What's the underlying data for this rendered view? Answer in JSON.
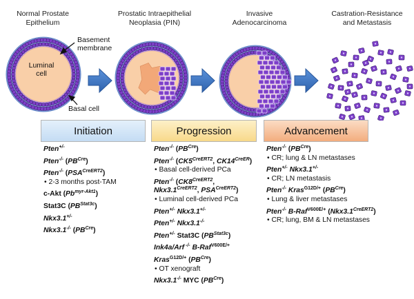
{
  "stages": [
    {
      "line1": "Normal Prostate",
      "line2": "Epithelium"
    },
    {
      "line1": "Prostatic Intraepithelial",
      "line2": "Neoplasia (PIN)"
    },
    {
      "line1": "Invasive",
      "line2": "Adenocarcinoma"
    },
    {
      "line1": "Castration-Resistance",
      "line2": "and Metastasis"
    }
  ],
  "labels": {
    "basement1": "Basement",
    "basement2": "membrane",
    "luminal1": "Luminal",
    "luminal2": "cell",
    "basal": "Basal cell"
  },
  "headers": {
    "initiation": "Initiation",
    "progression": "Progression",
    "advancement": "Advancement"
  },
  "initiation": [
    {
      "main": "<i>Pten<sup>+/-</sup></i>"
    },
    {
      "main": "<i>Pten<sup>-/-</sup></i> (<i>PB<sup>Cre</sup></i>)"
    },
    {
      "main": "<i>Pten<sup>-/-</sup></i> (<i>PSA<sup>CreERT2</sup></i>)",
      "sub": "• 2-3 months post-TAM"
    },
    {
      "main": "c-Akt (<i>Pb<sup>myr-Akt1</sup></i>)"
    },
    {
      "main": "Stat3C (<i>PB<sup>Stat3c</sup></i>)"
    },
    {
      "main": "<i>Nkx3.1<sup>+/-</sup></i>"
    },
    {
      "main": "<i>Nkx3.1<sup>-/-</sup></i> (<i>PB<sup>Cre</sup></i>)"
    }
  ],
  "progression": [
    {
      "main": "<i>Pten<sup>-/-</sup></i> (<i>PB<sup>Cre</sup></i>)"
    },
    {
      "main": "<i>Pten<sup>-/-</sup></i> (<i>CK5<sup>CreERT2</sup></i>, <i>CK14<sup>CreER</sup></i>)",
      "sub": "• Basal cell-derived PCa"
    },
    {
      "main": "<i>Pten<sup>-/-</sup></i> (<i>CK8<sup>CreERT2</sup></i>,",
      "main2": "<i>Nkx3.1<sup>CreERT2</sup></i>, <i>PSA<sup>CreERT2</sup></i>)",
      "sub": "• Luminal cell-derived PCa"
    },
    {
      "main": "<i>Pten<sup>+/-</sup> Nkx3.1<sup>+/-</sup></i>"
    },
    {
      "main": "<i>Pten<sup>+/-</sup> Nkx3.1<sup>-/-</sup></i>"
    },
    {
      "main": "<i>Pten<sup>+/-</sup></i> Stat3C (<i>PB<sup>Stat3c</sup></i>)"
    },
    {
      "main": "<i>Ink4a/Arf<sup> -/-</sup> B-Raf</i><sup>V600E/+</sup>"
    },
    {
      "main": "<i>Kras</i><sup>G12D/+</sup> (<i>PB<sup>Cre</sup></i>)",
      "sub": "• OT xenograft"
    },
    {
      "main": "<i>Nkx3.1<sup>-/-</sup></i> MYC (<i>PB<sup>Cre</sup></i>)"
    }
  ],
  "advancement": [
    {
      "main": "<i>Pten<sup>-/-</sup></i> (<i>PB<sup>Cre</sup></i>)",
      "sub": "• CR; lung &amp; LN metastases"
    },
    {
      "main": "<i>Pten<sup>+/-</sup> Nkx3.1<sup>+/-</sup></i>",
      "sub": "• CR; LN metastasis"
    },
    {
      "main": "<i>Pten<sup>-/-</sup> Kras</i><sup>G12D/+</sup> (<i>PB<sup>Cre</sup></i>)",
      "sub": "• Lung &amp; liver metastases"
    },
    {
      "main": "<i>Pten<sup>-/-</sup> B-Raf</i><sup>V600E/+</sup> (<i>Nkx3.1<sup>CreERT2</sup></i>)",
      "sub": "• CR; lung, BM &amp; LN metastases"
    }
  ],
  "colors": {
    "cell_purple": "#7d3fc8",
    "cell_edge": "#3a2270",
    "basement_blue": "#8fb0e8",
    "lumen_peach": "#f9cfa8",
    "luminal_orange": "#f2a878",
    "arrow_blue": "#3f78c6",
    "initiation_fill": "#cfe3f7",
    "progression_fill": "#fbe3a6",
    "advancement_fill": "#f6c19a"
  }
}
